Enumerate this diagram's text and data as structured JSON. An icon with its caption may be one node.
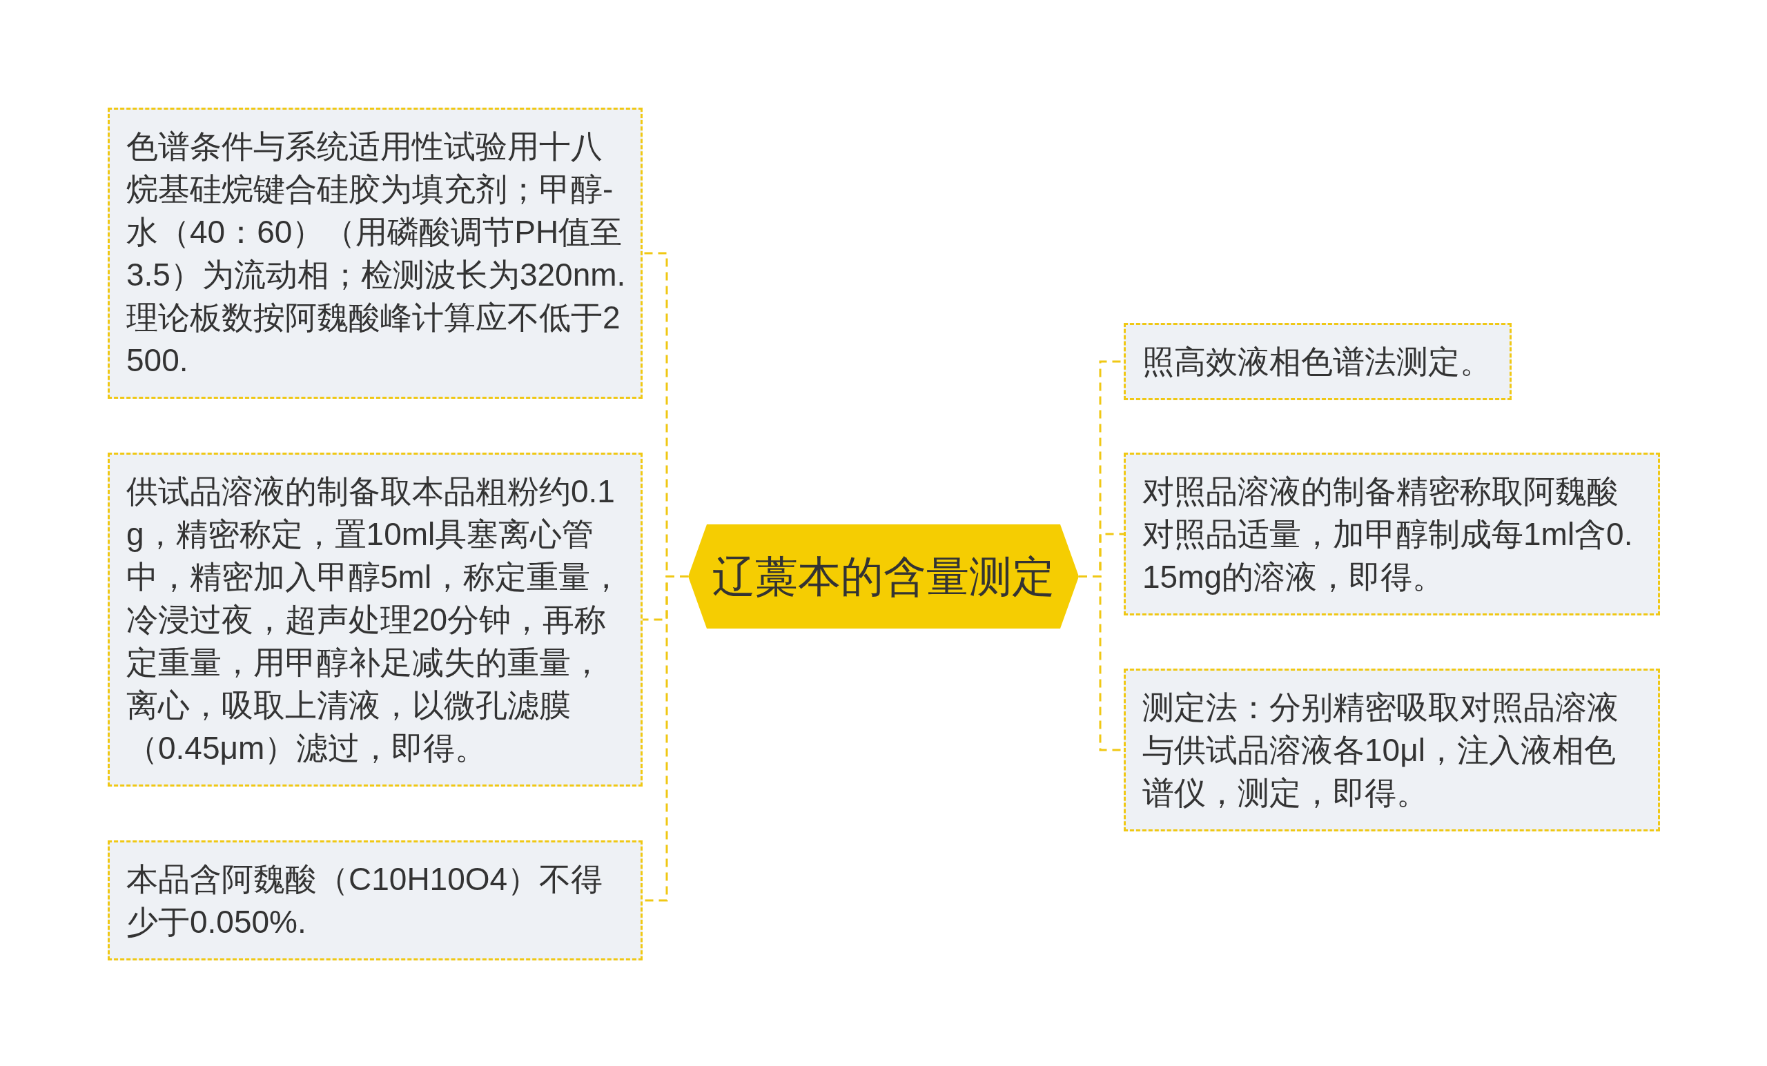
{
  "diagram": {
    "nodes": [
      {
        "text": [
          "辽藁本的含量测定"
        ]
      },
      {
        "text": [
          "色谱条件与系统适用性试验用十八烷基硅烷键合硅胶为填充剂；甲醇-水（40：60）（用磷酸调节PH值至3.5）为流动相；检测波长为320nm.理论板数按阿魏酸峰计算应不低于2500."
        ]
      },
      {
        "text": [
          "供试品溶液的制备取本品粗粉约0.1g，精密称定，置10ml具塞离心管中，精密加入甲醇5ml，称定重量，冷浸过夜，超声处理20分钟，再称定重量，用甲醇补足减失的重量，离心，吸取上清液，以微孔滤膜（0.45μm）滤过，即得。"
        ]
      },
      {
        "text": [
          "本品含阿魏酸（C10H10O4）不得少于0.050%."
        ]
      },
      {
        "text": [
          "照高效液相色谱法测定。"
        ]
      },
      {
        "text": [
          "对照品溶液的制备精密称取阿魏酸对照品适量，加甲醇制成每1ml含0.15mg的溶液，即得。"
        ]
      },
      {
        "text": [
          "测定法：分别精密吸取对照品溶液与供试品溶液各10μl，注入液相色谱仪，测定，即得。"
        ]
      }
    ],
    "edges": [
      {
        "from": 0,
        "to": 1,
        "arrow": "none",
        "style": "dashed"
      },
      {
        "from": 0,
        "to": 2,
        "arrow": "none",
        "style": "dashed"
      },
      {
        "from": 0,
        "to": 3,
        "arrow": "none",
        "style": "dashed"
      },
      {
        "from": 0,
        "to": 4,
        "arrow": "none",
        "style": "dashed"
      },
      {
        "from": 0,
        "to": 5,
        "arrow": "none",
        "style": "dashed"
      },
      {
        "from": 0,
        "to": 6,
        "arrow": "none",
        "style": "dashed"
      }
    ]
  }
}
